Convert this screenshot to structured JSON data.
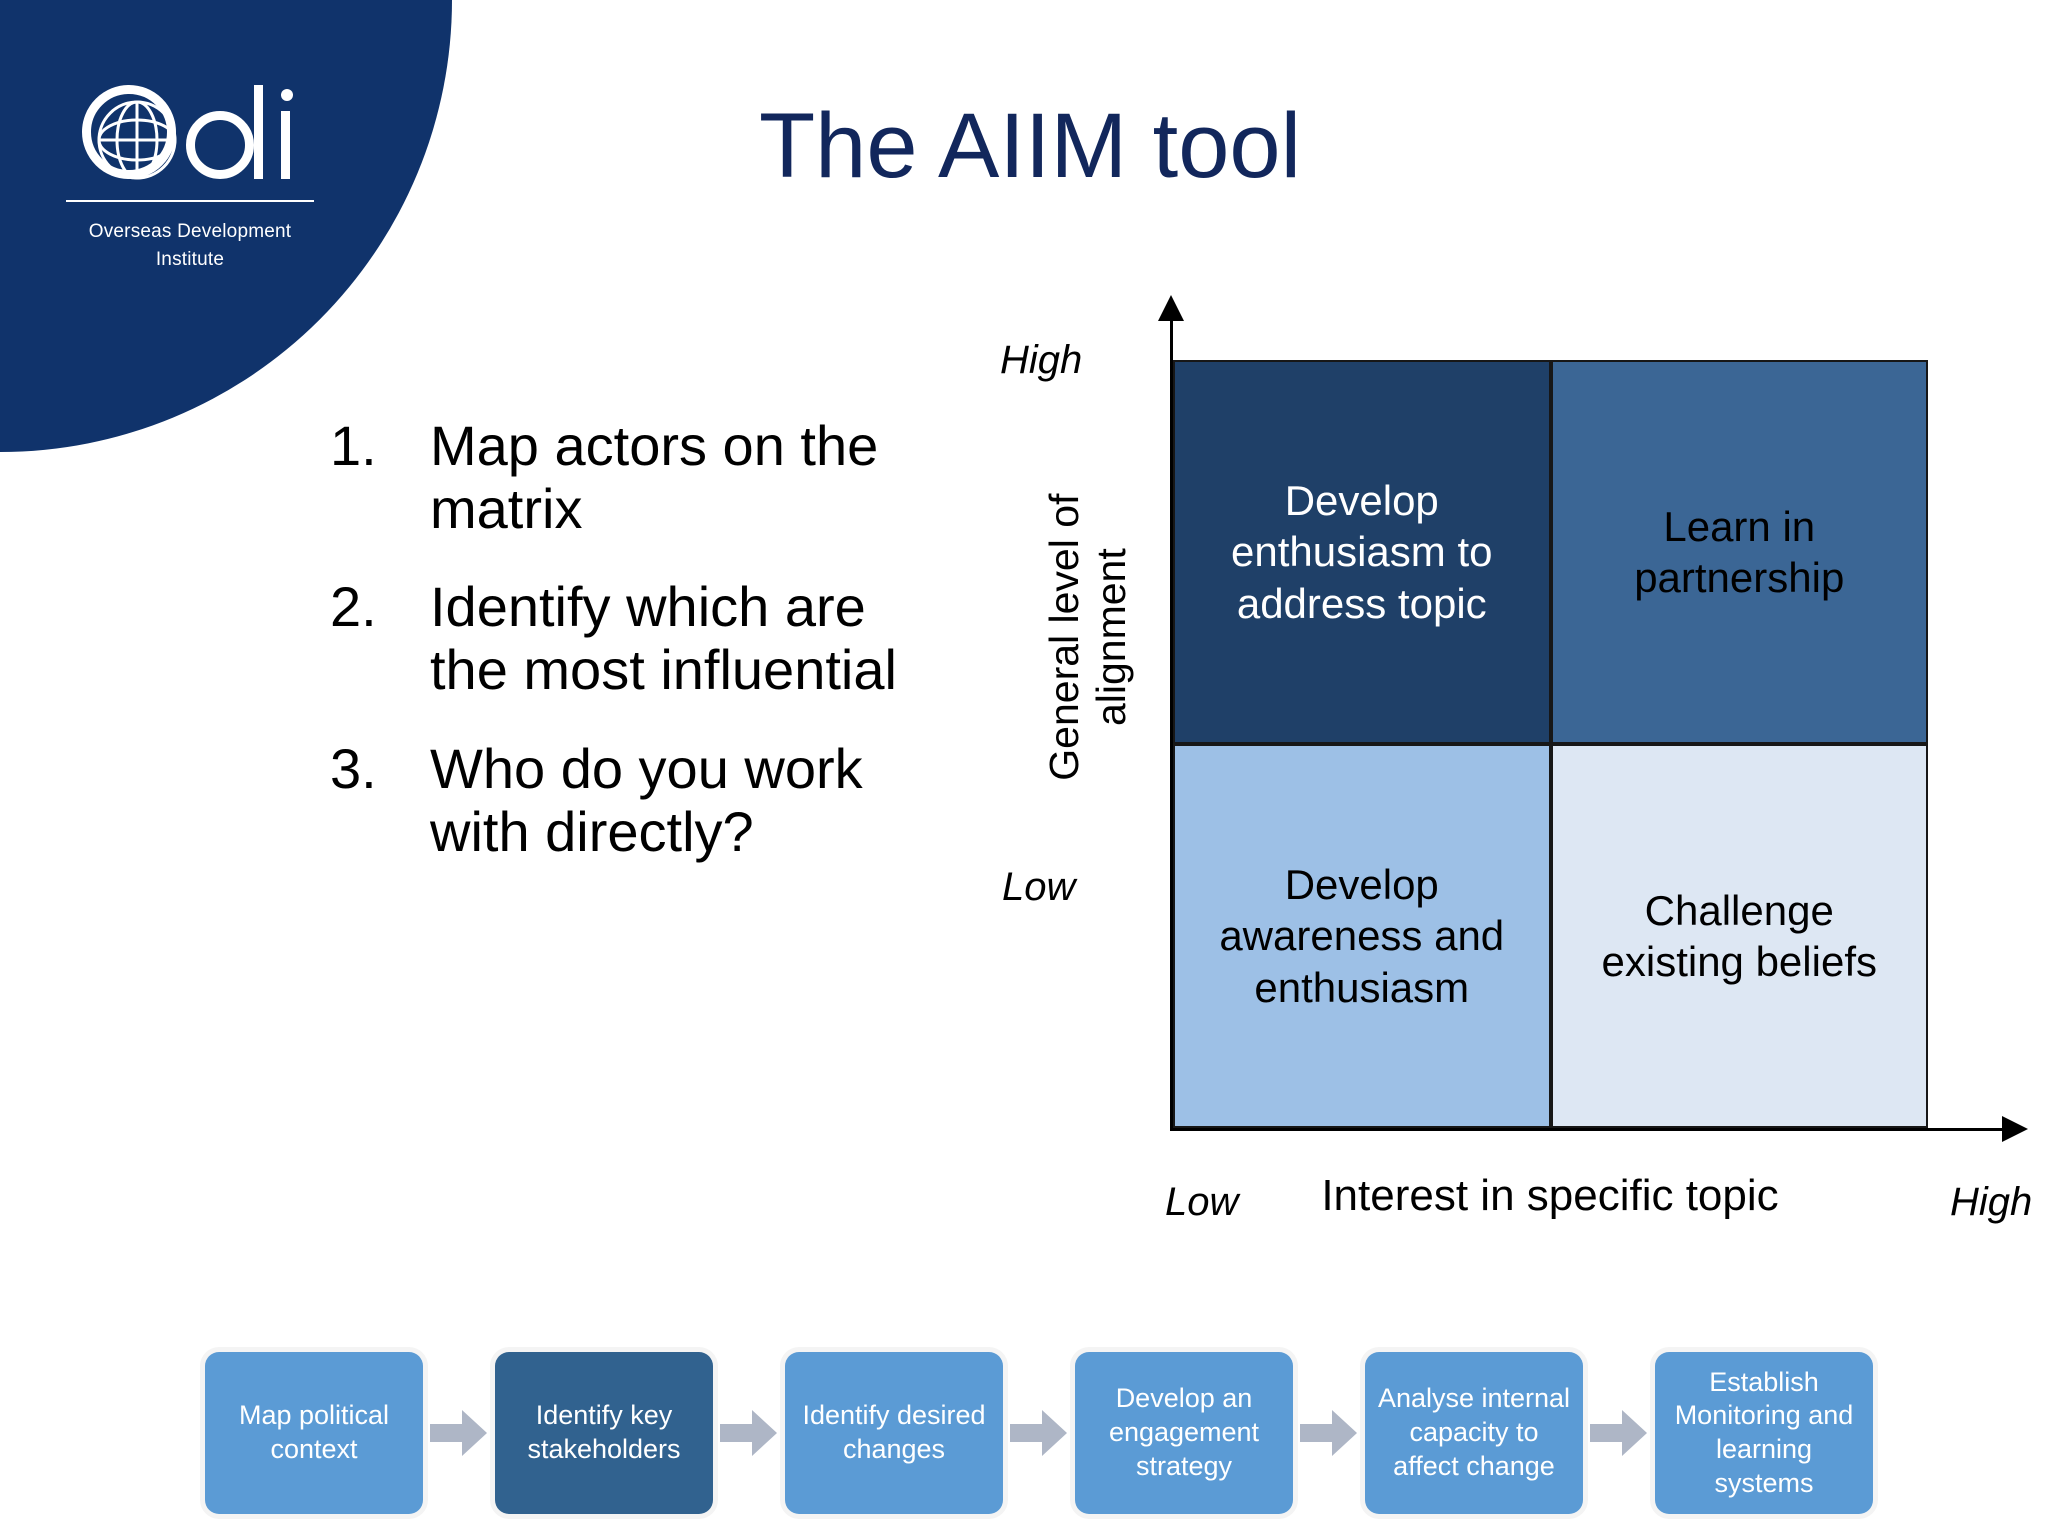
{
  "logo": {
    "wordmark": "odi",
    "line1": "Overseas Development",
    "line2": "Institute",
    "badge_color": "#10336B"
  },
  "title": "The AIIM tool",
  "title_color": "#12275C",
  "steps": [
    {
      "num": "1.",
      "text": "Map actors on the matrix"
    },
    {
      "num": "2.",
      "text": "Identify which are the most influential"
    },
    {
      "num": "3.",
      "text": "Who do you work with directly?"
    }
  ],
  "chart_data": {
    "type": "heatmap",
    "title": "",
    "xlabel": "Interest in specific topic",
    "ylabel": "General level of alignment",
    "x_tick_low": "Low",
    "x_tick_high": "High",
    "y_tick_low": "Low",
    "y_tick_high": "High",
    "x_categories": [
      "Low",
      "High"
    ],
    "y_categories": [
      "High",
      "Low"
    ],
    "cells": [
      {
        "row": "High",
        "col": "Low",
        "label": "Develop enthusiasm to address topic",
        "fill": "#1F4068",
        "text_color": "#FFFFFF"
      },
      {
        "row": "High",
        "col": "High",
        "label": "Learn in partnership",
        "fill": "#3B6695",
        "text_color": "#000000"
      },
      {
        "row": "Low",
        "col": "Low",
        "label": "Develop awareness and enthusiasm",
        "fill": "#9DC0E6",
        "text_color": "#000000"
      },
      {
        "row": "Low",
        "col": "High",
        "label": "Challenge existing beliefs",
        "fill": "#DDE7F3",
        "text_color": "#000000"
      }
    ],
    "grid": true,
    "legend": "none"
  },
  "flow": {
    "arrow_glyph": "➡",
    "active_index": 1,
    "steps": [
      {
        "label": "Map political context"
      },
      {
        "label": "Identify key stakeholders"
      },
      {
        "label": "Identify desired changes"
      },
      {
        "label": "Develop an engagement strategy"
      },
      {
        "label": "Analyse internal capacity to affect change"
      },
      {
        "label": "Establish Monitoring and learning systems"
      }
    ],
    "box_color": "#5B9BD5",
    "active_color": "#31628F",
    "arrow_color": "#AEB6C6"
  }
}
